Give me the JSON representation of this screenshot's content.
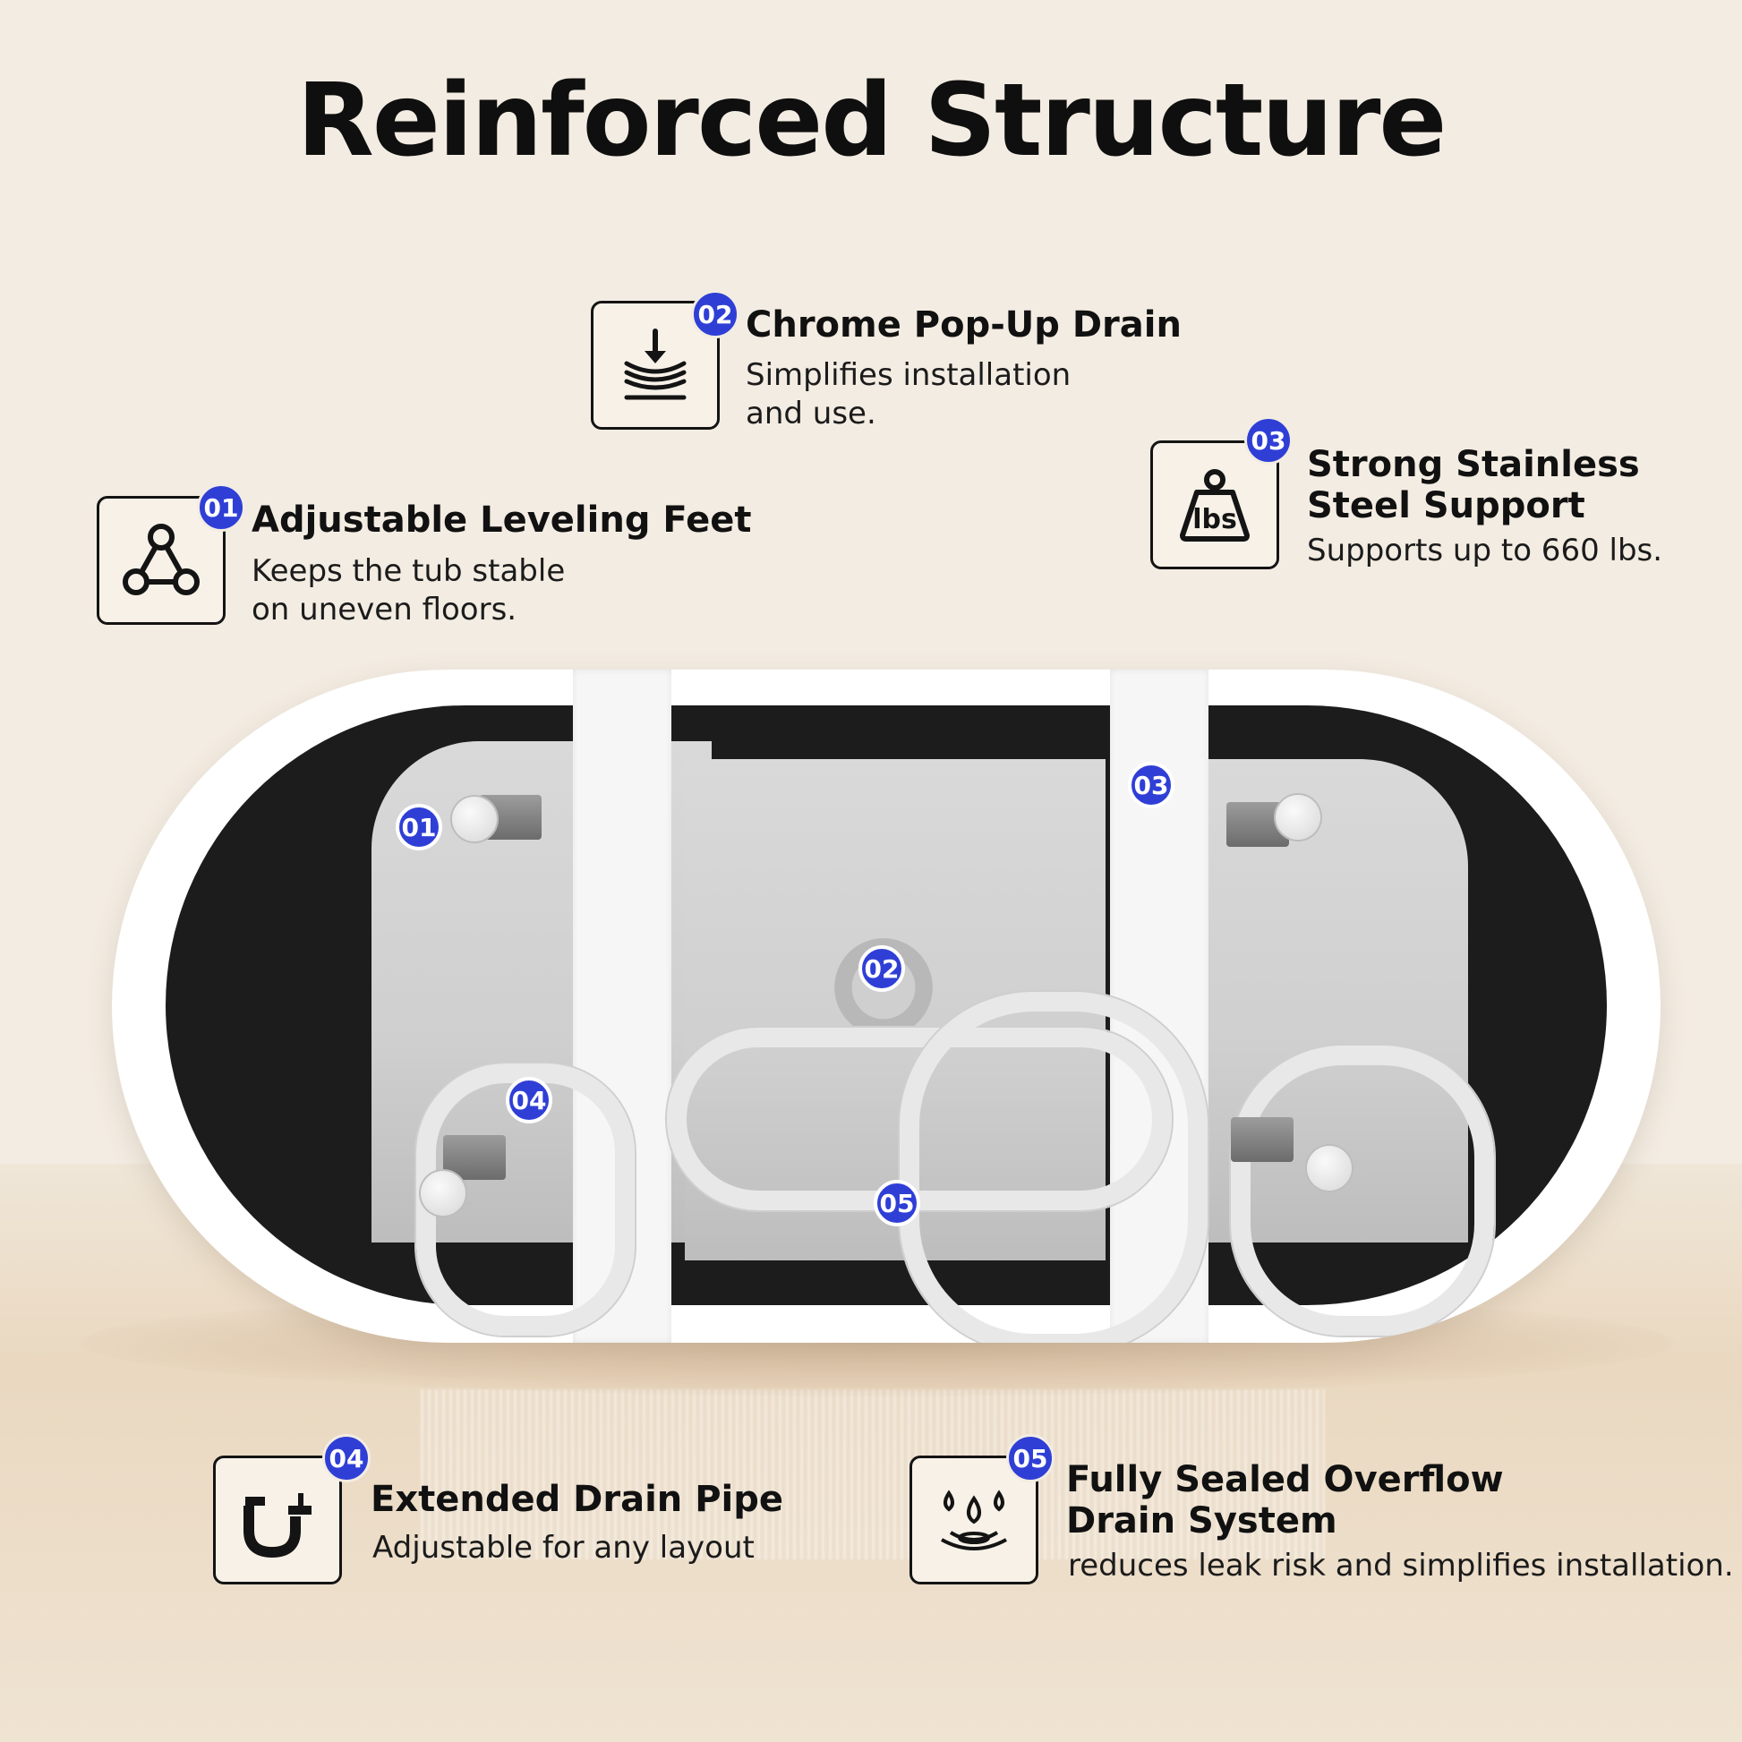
{
  "title": "Reinforced Structure",
  "features": [
    {
      "number": "01",
      "icon": "triangle-nodes-icon",
      "title": "Adjustable Leveling Feet",
      "desc_line1": "Keeps the tub stable",
      "desc_line2": "on uneven floors."
    },
    {
      "number": "02",
      "icon": "drain-arrow-icon",
      "title": "Chrome Pop-Up Drain",
      "desc_line1": "Simplifies installation",
      "desc_line2": "and use."
    },
    {
      "number": "03",
      "icon": "weight-lbs-icon",
      "icon_text": "lbs",
      "title_line1": "Strong Stainless",
      "title_line2": "Steel Support",
      "desc_line1": "Supports up to 660 lbs."
    },
    {
      "number": "04",
      "icon": "drain-pipe-icon",
      "title": "Extended Drain Pipe",
      "desc_line1": "Adjustable for any layout"
    },
    {
      "number": "05",
      "icon": "water-drops-icon",
      "title_line1": "Fully Sealed Overflow",
      "title_line2": "Drain System",
      "desc_line1": "reduces leak risk and simplifies installation."
    }
  ],
  "markers": [
    "01",
    "02",
    "03",
    "04",
    "05"
  ],
  "colors": {
    "accent": "#2f3fd6",
    "background": "#f3ece2",
    "text": "#141414"
  }
}
